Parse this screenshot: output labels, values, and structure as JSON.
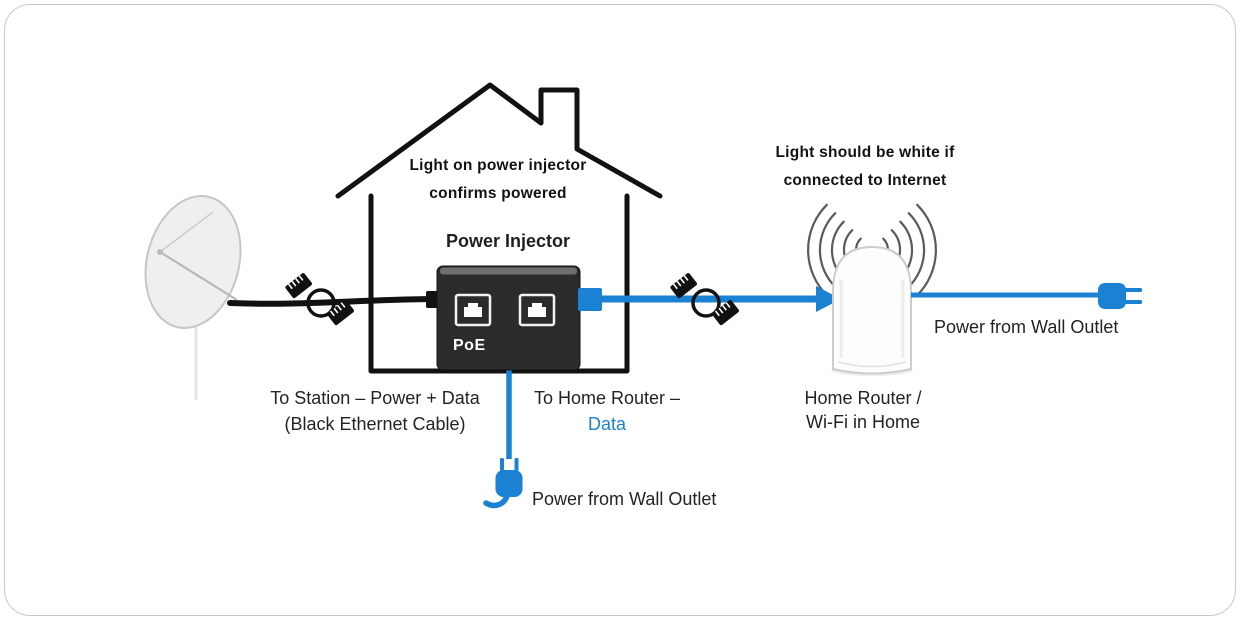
{
  "colors": {
    "cable_blue": "#1b82d3",
    "cable_black": "#111111",
    "injector_body": "#2b2b2b"
  },
  "icons": [
    "satellite-dish-icon",
    "house-outline",
    "ethernet-connector-icon",
    "ethernet-port-icon",
    "wifi-waves-icon",
    "home-router-body",
    "power-plug-right-icon",
    "power-plug-bottom-icon",
    "arrow-right-icon"
  ],
  "labels": {
    "house_note": {
      "line1": "Light on power injector",
      "line2": "confirms powered"
    },
    "power_injector": "Power Injector",
    "poe": "PoE",
    "router_note": {
      "line1": "Light should be white if",
      "line2": "connected to Internet"
    },
    "station": {
      "line1": "To Station – Power + Data",
      "line2": "(Black Ethernet Cable)"
    },
    "home_router_cable": {
      "line1": "To Home Router –",
      "line2": "Data"
    },
    "home_router": {
      "line1": "Home Router /",
      "line2": "Wi-Fi in Home"
    },
    "wall_outlet_right": "Power from Wall Outlet",
    "wall_outlet_bottom": "Power from Wall Outlet"
  }
}
